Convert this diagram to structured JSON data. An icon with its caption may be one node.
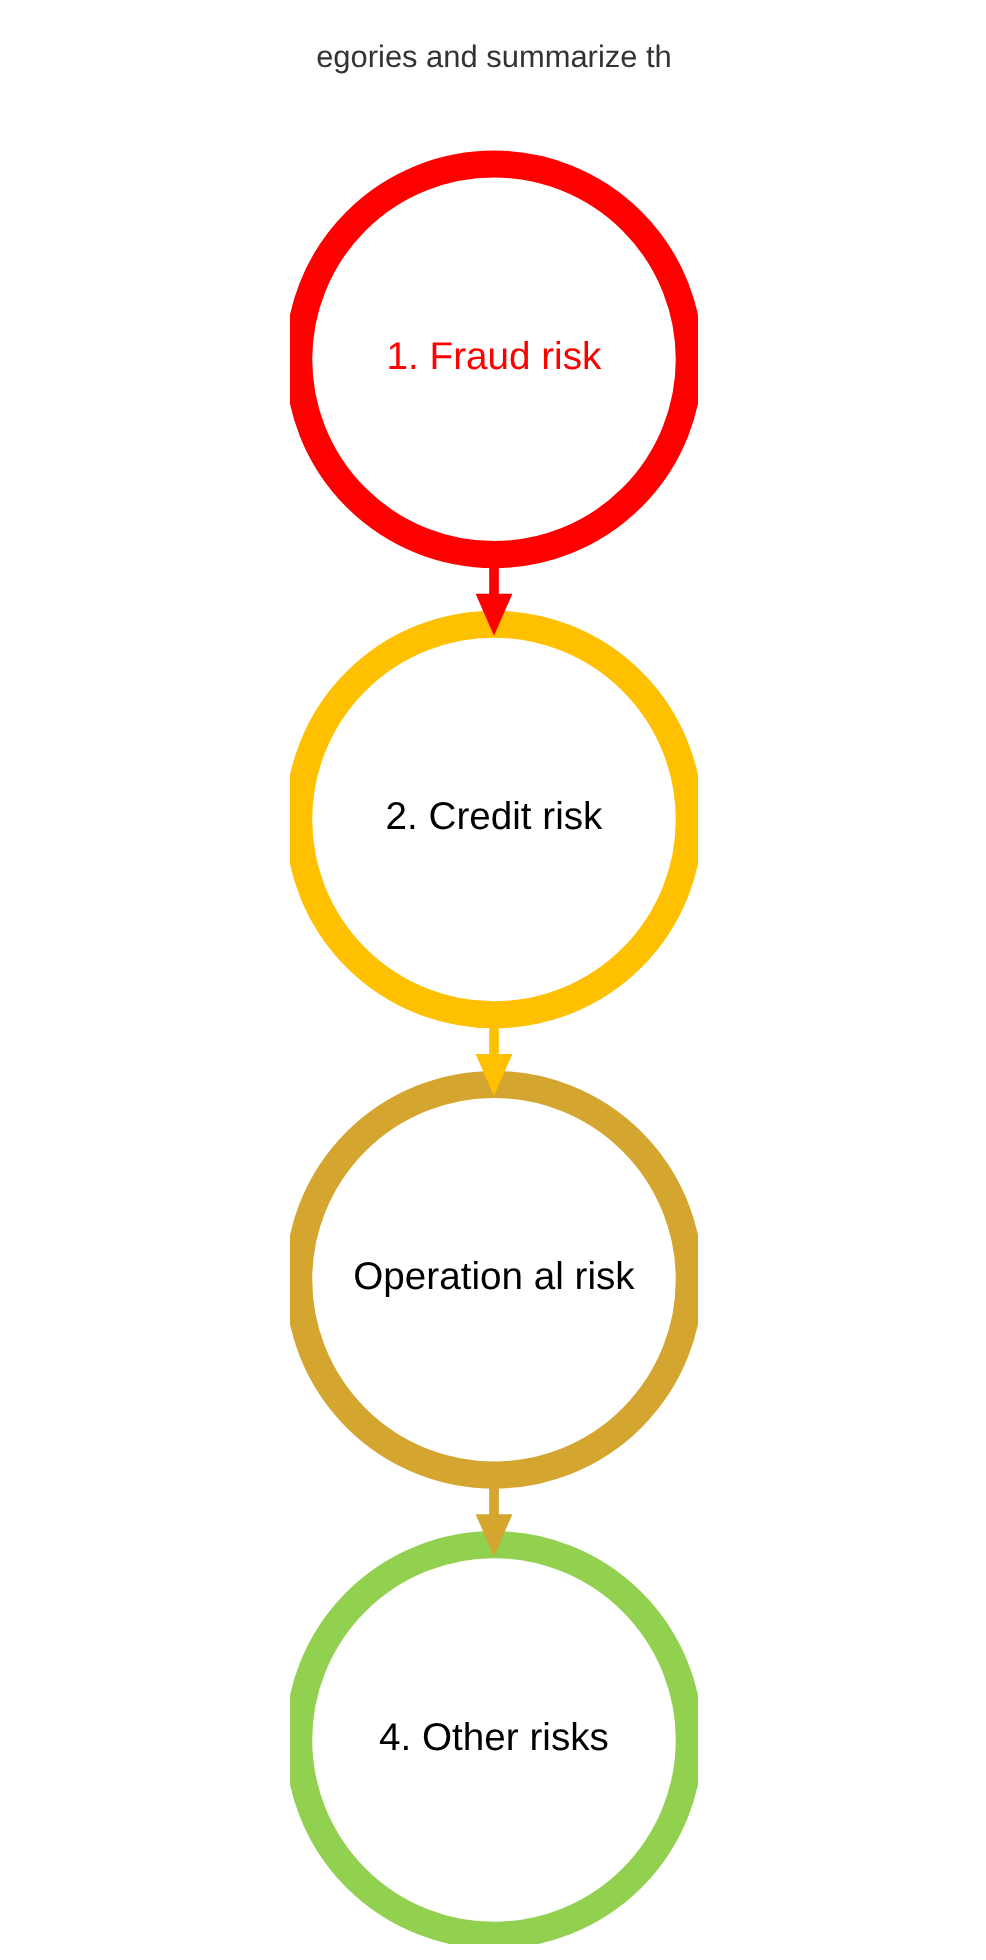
{
  "diagram": {
    "nodes": [
      {
        "text": [
          "1. Fraud risk"
        ]
      },
      {
        "text": [
          "2. Credit risk"
        ]
      },
      {
        "text": [
          "Operation al risk"
        ]
      },
      {
        "text": [
          "4. Other risks"
        ]
      }
    ],
    "edges": [
      {
        "from": 0,
        "to": 1,
        "arrow": "to",
        "color": "#ff0000"
      },
      {
        "from": 1,
        "to": 2,
        "arrow": "to",
        "color": "#ffc000"
      },
      {
        "from": 2,
        "to": 3,
        "arrow": "to",
        "color": "#d4a52f"
      }
    ],
    "labels": [
      "egories and summarize th"
    ]
  }
}
